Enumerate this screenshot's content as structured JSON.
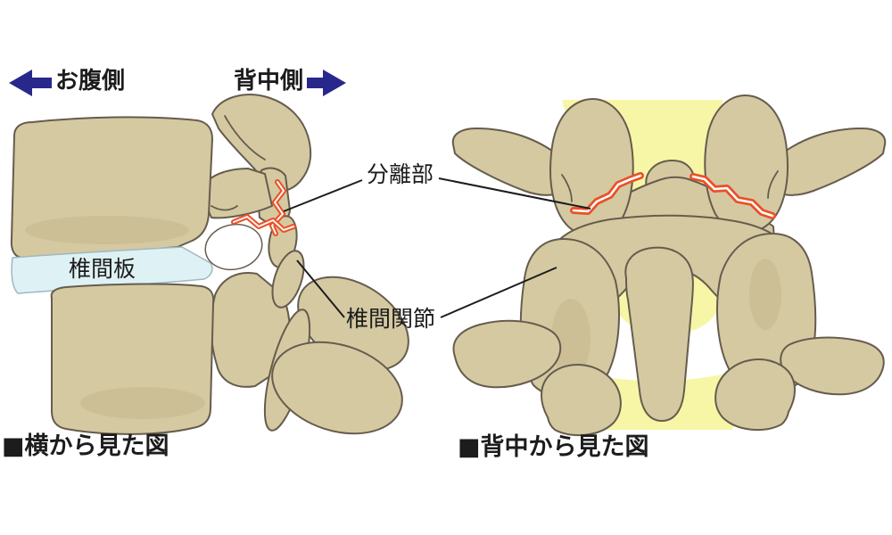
{
  "figure": {
    "orientation": {
      "front_label": "お腹側",
      "back_label": "背中側"
    },
    "annotations": {
      "separation": "分離部",
      "disc": "椎間板",
      "facet_joint": "椎間関節"
    },
    "captions": {
      "side_view": "■横から見た図",
      "back_view": "■背中から見た図"
    }
  },
  "colors": {
    "bone": "#d5c9a1",
    "bone_shade": "#b3a377",
    "outline": "#665c4e",
    "disc": "#def1f5",
    "canal_yellow": "#f6f6a6",
    "fracture_red": "#ea5028",
    "arrow_navy": "#28288c",
    "text": "#1c1c1c"
  }
}
